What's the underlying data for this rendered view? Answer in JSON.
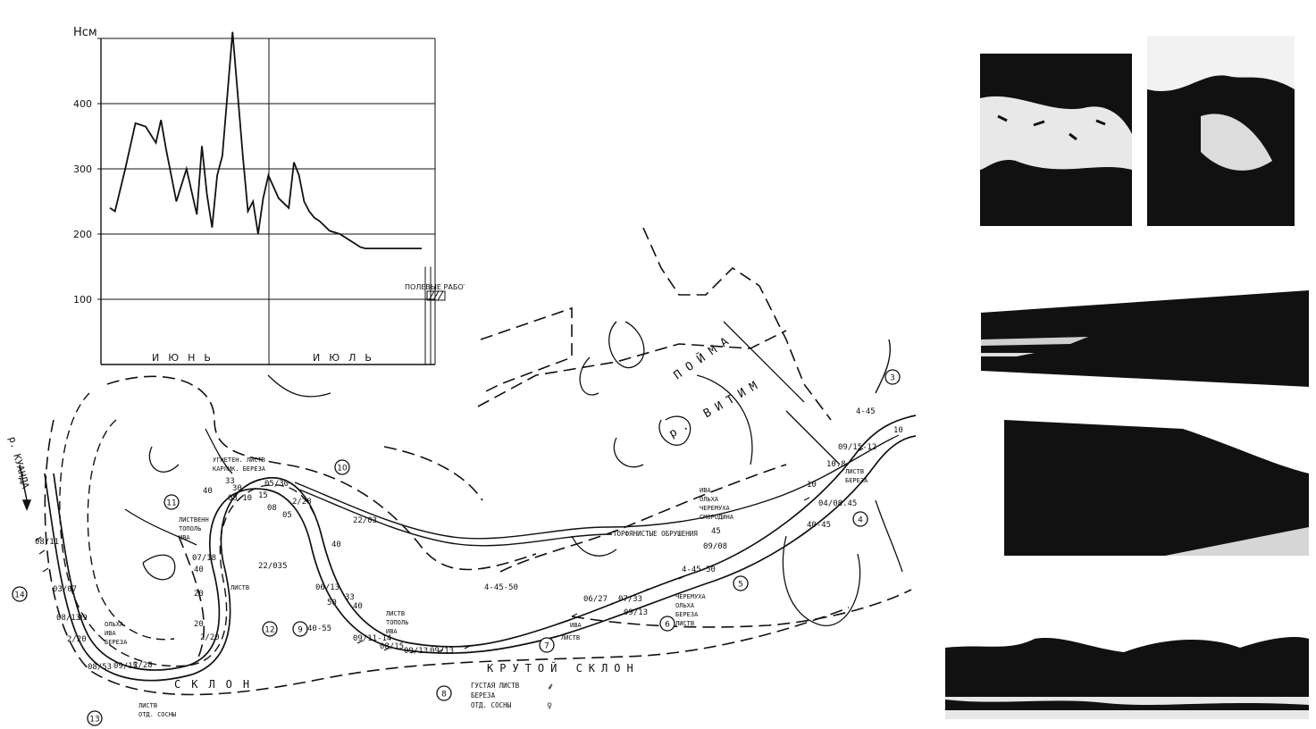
{
  "chart_data": {
    "type": "line",
    "ylabel": "Нсм",
    "yticks": [
      100,
      200,
      300,
      400
    ],
    "ylim": [
      0,
      500
    ],
    "months": [
      "ИЮНЬ",
      "ИЮЛЬ"
    ],
    "annotation": "ПОЛЕВЫЕ РАБОТЫ",
    "grid": true,
    "series": [
      {
        "x": [
          0,
          1,
          3,
          5,
          7,
          9,
          10,
          11,
          13,
          15,
          17,
          18,
          19,
          20,
          21,
          22,
          24,
          26,
          27,
          28,
          29,
          30,
          31,
          33,
          35,
          36,
          37,
          38,
          39,
          40,
          41,
          43,
          45,
          47,
          48,
          49,
          50,
          51,
          53,
          55,
          57,
          59,
          61
        ],
        "y": [
          240,
          235,
          300,
          370,
          365,
          340,
          375,
          330,
          250,
          300,
          230,
          335,
          260,
          210,
          290,
          320,
          510,
          320,
          235,
          250,
          200,
          255,
          290,
          255,
          240,
          310,
          290,
          250,
          235,
          225,
          220,
          205,
          200,
          190,
          185,
          180,
          178,
          178,
          178,
          178,
          178,
          178,
          178
        ]
      }
    ]
  },
  "map": {
    "river_label": "р. КУАНДА",
    "floodplain_word": "ПОЙМА",
    "river_name": "р. ВИТИМ",
    "slope_steep": "КРУТОЙ  СКЛОН",
    "slope": "СКЛОН",
    "peat": "ТОРФЯНИСТЫЕ ОБРУШЕНИЯ",
    "station_numbers": [
      "3",
      "4",
      "5",
      "6",
      "7",
      "8",
      "9",
      "10",
      "11",
      "12",
      "13",
      "14"
    ],
    "vegetation_notes": [
      "УГНЕТЕН. ЛИСТВ",
      "КАРЛИК. БЕРЕЗА",
      "ЛИСТВЕНН",
      "ТОПОЛЬ",
      "ИВА",
      "ЛИСТВ",
      "ОЛЬХА",
      "ИВА",
      "БЕРЕЗА",
      "ЛИСТВ",
      "ТОПОЛЬ",
      "ИВА",
      "ИВА",
      "ОЛЬХА",
      "ЧЕРЕМУХА",
      "СМОРОДИНА",
      "ЧЕРЕМУХА",
      "ОЛЬХА",
      "БЕРЕЗА",
      "ЛИСТВ",
      "ЛИСТВ",
      "БЕРЕЗА",
      "ИВА",
      "ЛИСТВ",
      "ЛИСТВ",
      "ОТД. СОСНЫ"
    ],
    "legend": [
      "ГУСТАЯ ЛИСТВ",
      "БЕРЕЗА",
      "ОТД. СОСНЫ"
    ],
    "depth_marks": [
      "4-45",
      "10",
      "09/15-12",
      "10.8",
      "10",
      "04/08.45",
      "40-45",
      "45",
      "09/08",
      "4-45-50",
      "33",
      "40",
      "30",
      "05/30",
      "08-10",
      "15",
      "08",
      "05",
      "2/28",
      "22/03",
      "40",
      "06/13",
      "50",
      "4-45-50",
      "06/27",
      "07/33",
      "09/13",
      "33",
      "40",
      "08/15",
      "09/13",
      "09/13",
      "40-55",
      "09/11-14",
      "22/035",
      "40",
      "07/18",
      "20",
      "20",
      "2/20",
      "08/11",
      "03/07",
      "2/20",
      "09/15",
      "2/28",
      "08/53",
      "08/13",
      "09",
      "40"
    ]
  },
  "photos": [
    "photo-1",
    "photo-2",
    "photo-3",
    "photo-4",
    "photo-5"
  ]
}
